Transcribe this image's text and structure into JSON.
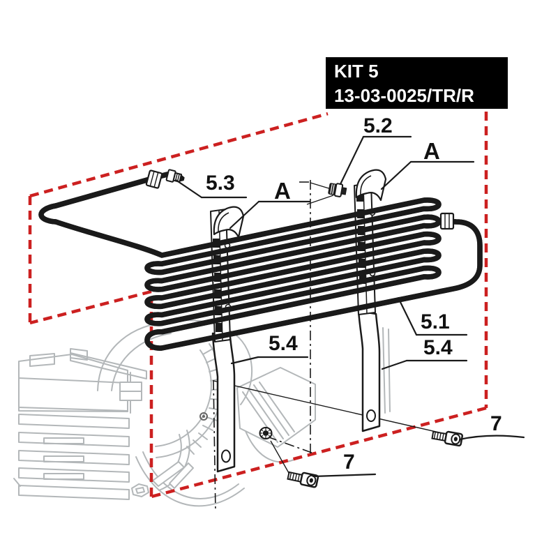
{
  "kit_box": {
    "title": "KIT 5",
    "part_number": "13-03-0025/TR/R"
  },
  "callouts": {
    "coil_assembly": "5.1",
    "plug_fitting": "5.2",
    "inlet_fitting": "5.3",
    "bracket_left": "5.4",
    "bracket_right": "5.4",
    "clamp_left": "A",
    "clamp_right": "A",
    "screw_left": "7",
    "screw_right": "7"
  },
  "colors": {
    "kit_boundary_red": "#cc2020",
    "drawing_black": "#1a1a1a",
    "background_gray": "#b3b7b9",
    "kit_box_background": "#000000",
    "kit_box_text": "#ffffff"
  },
  "icons": {
    "kit_boundary": "red-dashed-boundary",
    "centerlines": "dash-dot-centerlines"
  }
}
